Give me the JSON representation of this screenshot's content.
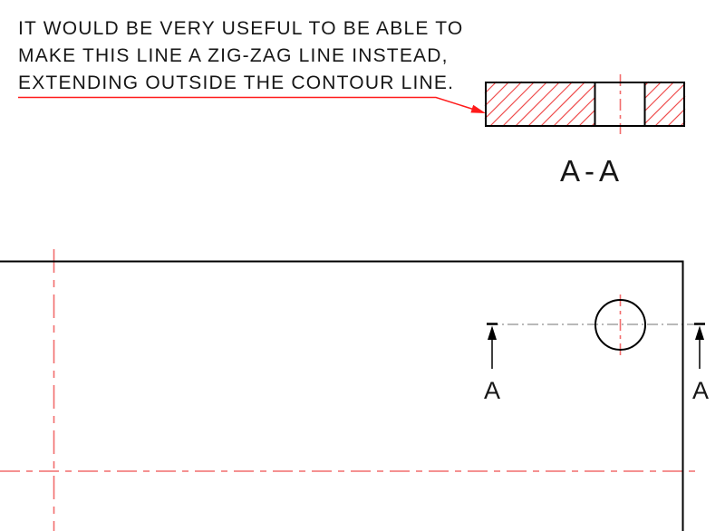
{
  "note": {
    "lines": [
      "IT WOULD BE VERY USEFUL TO BE ABLE TO",
      "MAKE THIS LINE A ZIG-ZAG LINE INSTEAD,",
      "EXTENDING OUTSIDE THE CONTOUR LINE."
    ]
  },
  "section_view": {
    "label": "A-A"
  },
  "cutting_plane": {
    "start_label": "A",
    "end_label": "A"
  },
  "colors": {
    "line_black": "#000000",
    "leader_red": "#ff1a1a",
    "centerline_red": "#f26d6d",
    "hatch_red": "#ef4b4b",
    "section_line_gray": "#8f8f8f",
    "background": "#ffffff"
  }
}
